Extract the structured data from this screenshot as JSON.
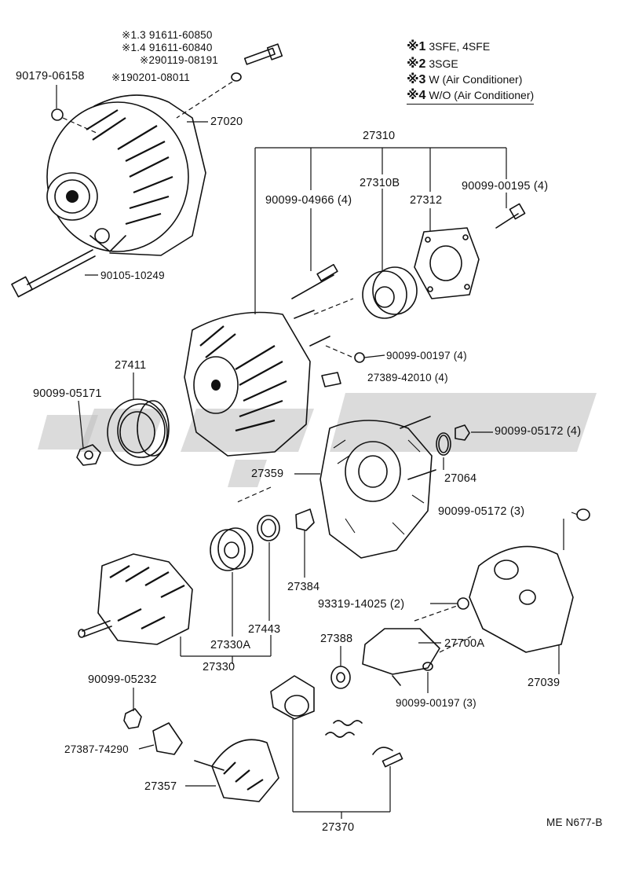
{
  "legend": [
    {
      "mark": "※1",
      "text": "3SFE, 4SFE"
    },
    {
      "mark": "※2",
      "text": "3SGE"
    },
    {
      "mark": "※3",
      "text": "W (Air Conditioner)"
    },
    {
      "mark": "※4",
      "text": "W/O (Air Conditioner)"
    }
  ],
  "labels": {
    "p_1_3": "※1.3 91611-60850",
    "p_1_4": "※1.4 91611-60840",
    "p_2": "※290119-08191",
    "p_90179": "90179-06158",
    "p_1": "※190201-08011",
    "p_27020": "27020",
    "p_90105": "90105-10249",
    "p_27310": "27310",
    "p_27310B": "27310B",
    "p_90099_04966": "90099-04966 (4)",
    "p_27312": "27312",
    "p_90099_00195": "90099-00195 (4)",
    "p_90099_00197_4": "90099-00197 (4)",
    "p_27389": "27389-42010 (4)",
    "p_27411": "27411",
    "p_90099_05171": "90099-05171",
    "p_90099_05172_4": "90099-05172 (4)",
    "p_27359": "27359",
    "p_27064": "27064",
    "p_90099_05172_3": "90099-05172 (3)",
    "p_27384": "27384",
    "p_27443": "27443",
    "p_27330A": "27330A",
    "p_27330": "27330",
    "p_93319": "93319-14025 (2)",
    "p_27388": "27388",
    "p_27700A": "27700A",
    "p_90099_00197_3": "90099-00197 (3)",
    "p_27039": "27039",
    "p_90099_05232": "90099-05232",
    "p_27387": "27387-74290",
    "p_27357": "27357",
    "p_27370": "27370",
    "footer": "ME N677-B"
  }
}
